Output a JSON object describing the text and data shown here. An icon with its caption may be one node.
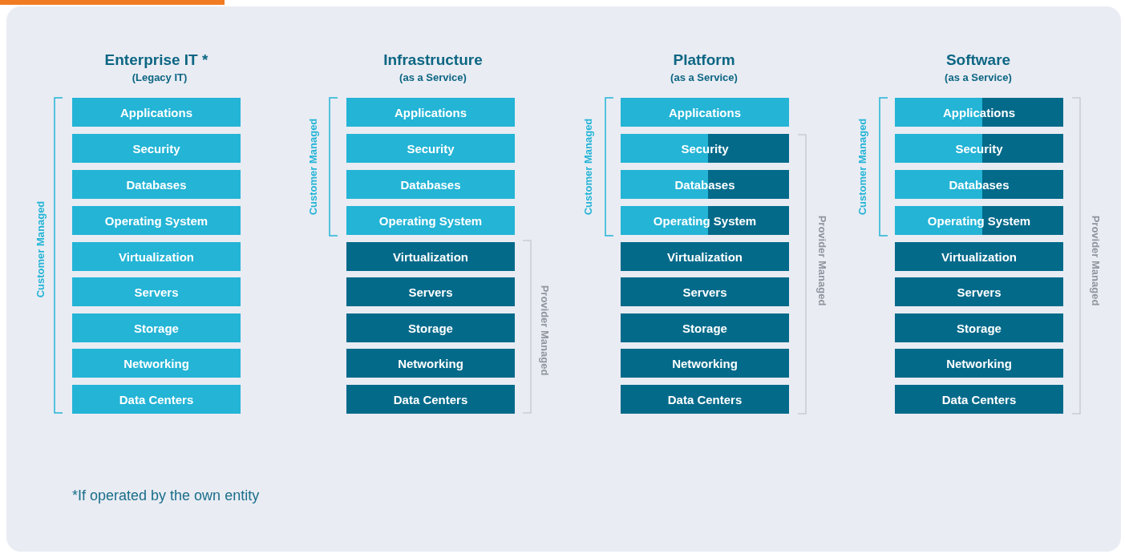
{
  "diagram": {
    "nodes": [
      {
        "text": [
          "Applications"
        ]
      },
      {
        "text": [
          "Security"
        ]
      },
      {
        "text": [
          "Databases"
        ]
      },
      {
        "text": [
          "Operating System"
        ]
      },
      {
        "text": [
          "Virtualization"
        ]
      },
      {
        "text": [
          "Servers"
        ]
      },
      {
        "text": [
          "Storage"
        ]
      },
      {
        "text": [
          "Networking"
        ]
      },
      {
        "text": [
          "Data Centers"
        ]
      },
      {
        "text": [
          "Applications"
        ]
      },
      {
        "text": [
          "Security"
        ]
      },
      {
        "text": [
          "Databases"
        ]
      },
      {
        "text": [
          "Operating System"
        ]
      },
      {
        "text": [
          "Virtualization"
        ]
      },
      {
        "text": [
          "Servers"
        ]
      },
      {
        "text": [
          "Storage"
        ]
      },
      {
        "text": [
          "Networking"
        ]
      },
      {
        "text": [
          "Data Centers"
        ]
      },
      {
        "text": [
          "Applications"
        ]
      },
      {
        "text": [
          "Security"
        ]
      },
      {
        "text": [
          "Databases"
        ]
      },
      {
        "text": [
          "Operating System"
        ]
      },
      {
        "text": [
          "Virtualization"
        ]
      },
      {
        "text": [
          "Servers"
        ]
      },
      {
        "text": [
          "Storage"
        ]
      },
      {
        "text": [
          "Networking"
        ]
      },
      {
        "text": [
          "Data Centers"
        ]
      },
      {
        "text": [
          "Applications"
        ]
      },
      {
        "text": [
          "Security"
        ]
      },
      {
        "text": [
          "Databases"
        ]
      },
      {
        "text": [
          "Operating System"
        ]
      },
      {
        "text": [
          "Virtualization"
        ]
      },
      {
        "text": [
          "Servers"
        ]
      },
      {
        "text": [
          "Storage"
        ]
      },
      {
        "text": [
          "Networking"
        ]
      },
      {
        "text": [
          "Data Centers"
        ]
      }
    ],
    "labels": [
      "Enterprise IT *",
      "(Legacy IT)",
      "Customer Managed",
      "Infrastructure",
      "(as a Service)",
      "Customer Managed",
      "Provider Managed",
      "Platform",
      "(as a Service)",
      "Customer Managed",
      "Provider Managed",
      "Software",
      "(as a Service)",
      "Customer Managed",
      "Provider Managed",
      "*If operated by the own entity"
    ]
  }
}
